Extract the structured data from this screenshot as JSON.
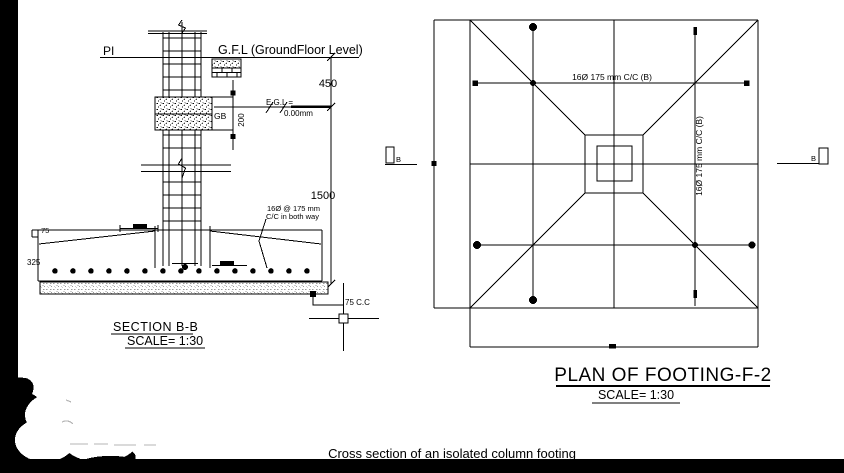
{
  "section": {
    "pi_label": "PI",
    "gfl_label": "G.F.L (GroundFloor Level)",
    "gb_label": "GB",
    "egl_label": "E.G.L =",
    "egl_value": "0.00mm",
    "dim_450": "450",
    "dim_200": "200",
    "dim_1500": "1500",
    "dim_75": "75",
    "dim_325": "325",
    "rebar_note_1": "16Ø @ 175 mm",
    "rebar_note_2": "C/C in both way",
    "cover_note": "75 C.C",
    "title": "SECTION B-B",
    "scale": "SCALE= 1:30"
  },
  "plan": {
    "bar_note_h": "16Ø 175 mm C/C (B)",
    "bar_note_v": "16Ø 175 mm C/C (B)",
    "marker_left": "B",
    "marker_right": "B",
    "title": "PLAN OF FOOTING-F-2",
    "scale": "SCALE= 1:30"
  },
  "caption": "Cross section of an isolated column footing"
}
